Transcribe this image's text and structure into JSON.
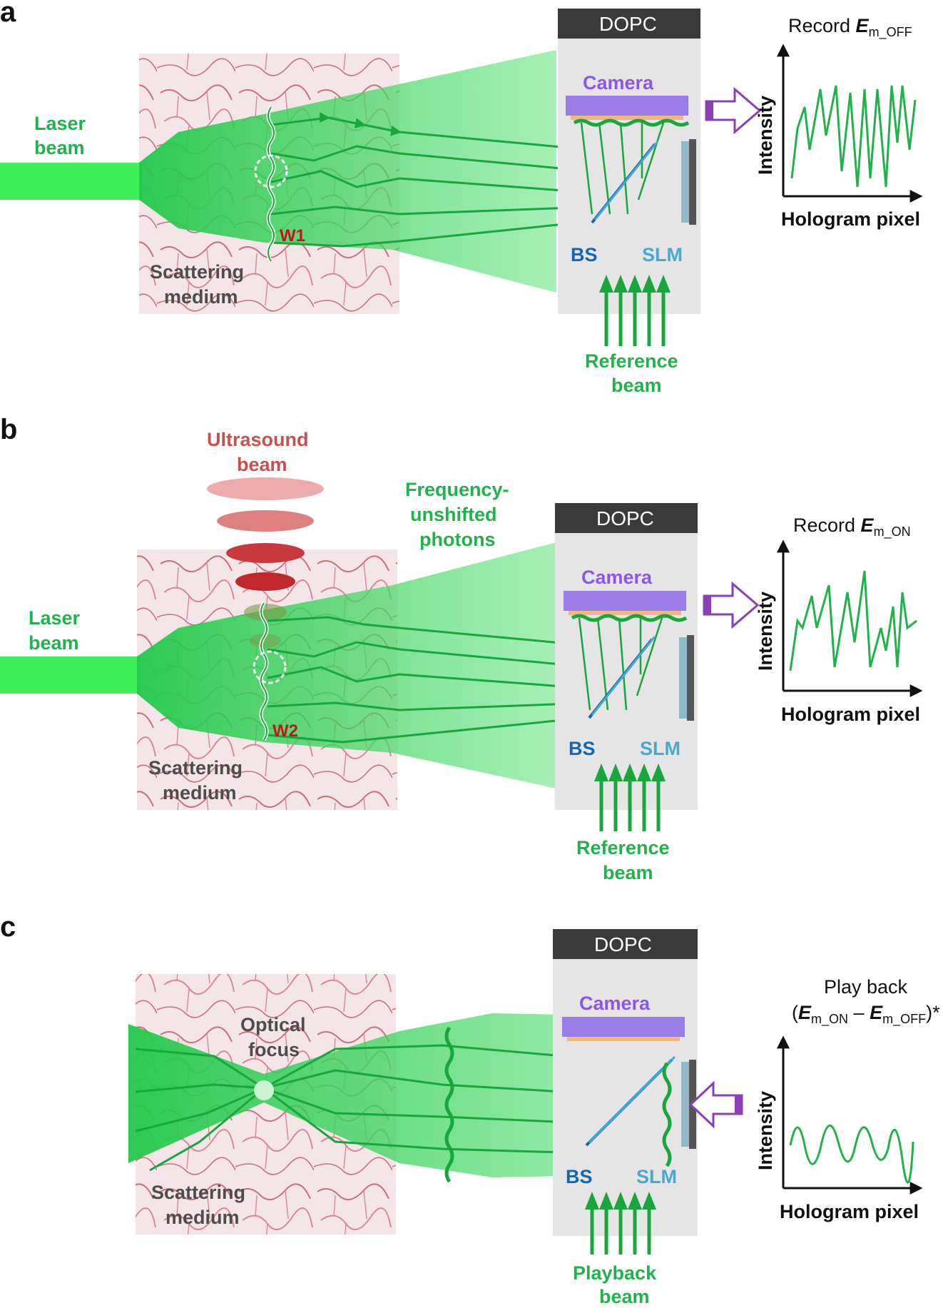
{
  "panels": [
    {
      "letter": "a",
      "laser_line1": "Laser",
      "laser_line2": "beam",
      "medium_line1": "Scattering",
      "medium_line2": "medium",
      "w_label": "W1",
      "dopc": "DOPC",
      "camera": "Camera",
      "bs": "BS",
      "slm": "SLM",
      "ref_line1": "Reference",
      "ref_line2": "beam",
      "plot": {
        "prefix": "Record ",
        "sym": "E",
        "sub": "m_OFF",
        "ylabel": "Intensity",
        "xlabel": "Hologram pixel"
      }
    },
    {
      "letter": "b",
      "us_line1": "Ultrasound",
      "us_line2": "beam",
      "freq_line1": "Frequency-",
      "freq_line2": "unshifted",
      "freq_line3": "photons",
      "laser_line1": "Laser",
      "laser_line2": "beam",
      "medium_line1": "Scattering",
      "medium_line2": "medium",
      "w_label": "W2",
      "dopc": "DOPC",
      "camera": "Camera",
      "bs": "BS",
      "slm": "SLM",
      "ref_line1": "Reference",
      "ref_line2": "beam",
      "plot": {
        "prefix": "Record ",
        "sym": "E",
        "sub": "m_ON",
        "ylabel": "Intensity",
        "xlabel": "Hologram pixel"
      }
    },
    {
      "letter": "c",
      "focus_line1": "Optical",
      "focus_line2": "focus",
      "medium_line1": "Scattering",
      "medium_line2": "medium",
      "dopc": "DOPC",
      "camera": "Camera",
      "bs": "BS",
      "slm": "SLM",
      "ref_line1": "Playback",
      "ref_line2": "beam",
      "plot": {
        "line1": "Play back",
        "open": "(",
        "sym1": "E",
        "sub1": "m_ON",
        "minus": " – ",
        "sym2": "E",
        "sub2": "m_OFF",
        "close": ")*",
        "ylabel": "Intensity",
        "xlabel": "Hologram pixel"
      }
    }
  ],
  "colors": {
    "laser_green": "#3ff05a",
    "beam_green": "#22b24c",
    "camera_purple": "#9a7ee8",
    "dopc_box": "#e5e5e5",
    "dopc_header": "#3a3a3a",
    "arrow_purple": "#8a3fb4",
    "ultrasound_red": "#c0282c"
  }
}
